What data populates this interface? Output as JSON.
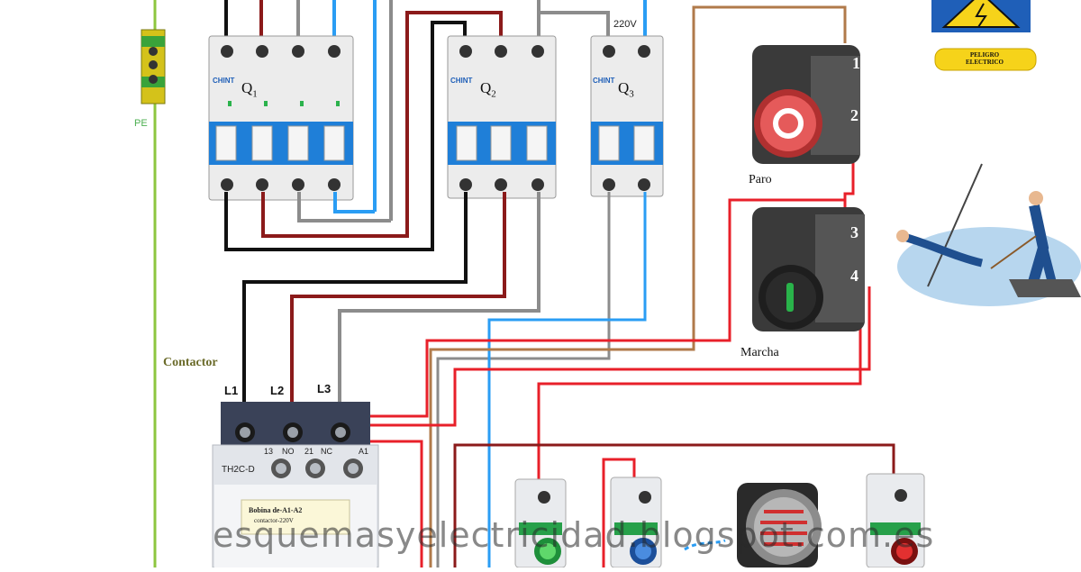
{
  "labels": {
    "pe": "PE",
    "q1": "Q",
    "q1_sub": "1",
    "q2": "Q",
    "q2_sub": "2",
    "q3": "Q",
    "q3_sub": "3",
    "voltage": "220V",
    "paro": "Paro",
    "marcha": "Marcha",
    "contactor": "Contactor",
    "l1": "L1",
    "l2": "L2",
    "l3": "L3",
    "no": "NO",
    "nc": "NC",
    "a1": "A1",
    "t13": "13",
    "t21": "21",
    "model": "TH2C-D",
    "bobina": "Bobina de-A1-A2",
    "bobina_sub": "contactor-220V",
    "peligro_1": "PELIGRO",
    "peligro_2": "ELECTRICO",
    "paro_num_top": "1",
    "paro_num_bot": "2",
    "marcha_num_top": "3",
    "marcha_num_bot": "4",
    "watermark": "esquemasyelectricidad.blogspot.com.es",
    "brand": "CHINT"
  },
  "colors": {
    "black": "#111111",
    "darkred": "#8b1a1a",
    "gray": "#8c8c8c",
    "blue": "#2a9df4",
    "red": "#e8202a",
    "brown": "#b07a4a",
    "green": "#8dc63f"
  }
}
